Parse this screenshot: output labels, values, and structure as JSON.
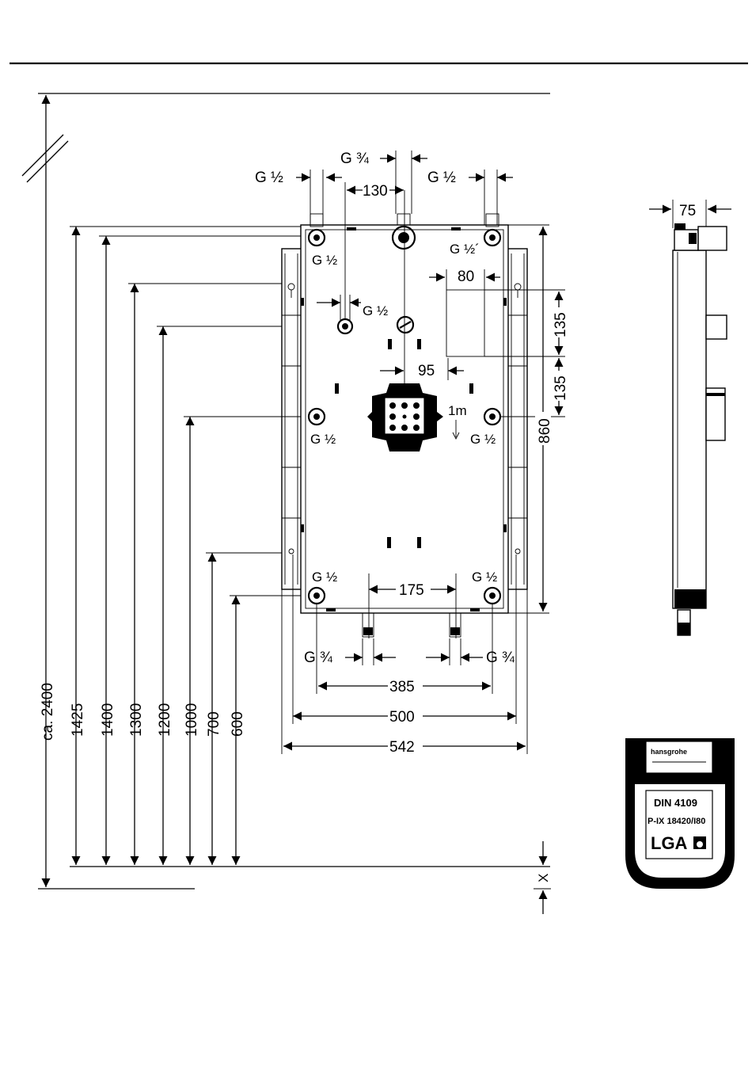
{
  "drawing": {
    "thread_labels": {
      "g_half": "G ½",
      "g_three_quarter": "G ¾",
      "g_half_alt": "G ½´"
    },
    "height_dimensions": [
      "ca. 2400",
      "1425",
      "1400",
      "1300",
      "1200",
      "1000",
      "700",
      "600"
    ],
    "width_dimensions": {
      "w130": "130",
      "w80": "80",
      "w95": "95",
      "w175": "175",
      "w385": "385",
      "w500": "500",
      "w542": "542",
      "w75": "75"
    },
    "vertical_right": {
      "h135a": "135",
      "h135b": "135",
      "h860": "860",
      "x_label": "X"
    },
    "center_mark": "1m"
  },
  "badge": {
    "brand_line": "hansgrohe",
    "standard": "DIN 4109",
    "approval": "P-IX 18420/I80",
    "logo_text": "LGA"
  }
}
